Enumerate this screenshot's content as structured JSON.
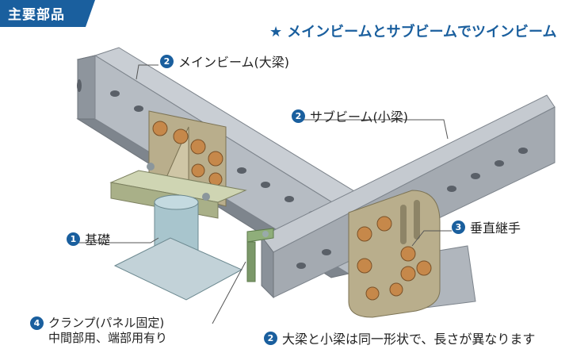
{
  "section_tag": "主要部品",
  "headline": {
    "star": "★",
    "text": "メインビームとサブビームでツインビーム"
  },
  "callouts": {
    "main_beam": {
      "num": "2",
      "label": "メインビーム(大梁)"
    },
    "sub_beam": {
      "num": "2",
      "label": "サブビーム(小梁)"
    },
    "vertical_joint": {
      "num": "3",
      "label": "垂直継手"
    },
    "foundation": {
      "num": "1",
      "label": "基礎"
    },
    "clamp": {
      "num": "4",
      "label": "クランプ(パネル固定)",
      "sub": "中間部用、端部用有り"
    }
  },
  "footnote": {
    "num": "2",
    "text": "大梁と小梁は同一形状で、長さが異なります"
  },
  "colors": {
    "brand_blue": "#1a5f9e",
    "steel": "#a9afb6",
    "plate": "#b9ae8c"
  }
}
